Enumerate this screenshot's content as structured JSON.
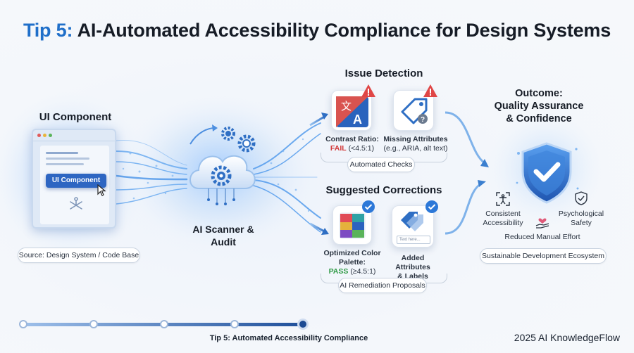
{
  "title": {
    "tip": "Tip 5:",
    "rest": "AI-Automated Accessibility Compliance for Design Systems"
  },
  "source": {
    "heading": "UI Component",
    "button_label": "UI Component",
    "caption": "Source: Design System / Code Base"
  },
  "scanner": {
    "label_line1": "AI Scanner &",
    "label_line2": "Audit"
  },
  "issue_detection": {
    "heading": "Issue Detection",
    "items": [
      {
        "line1": "Contrast Ratio:",
        "status": "FAIL",
        "detail": "(<4.5:1)",
        "icon": "contrast-icon"
      },
      {
        "line1": "Missing Attributes",
        "line2": "(e.g., ARIA, alt text)",
        "icon": "tag-icon"
      }
    ],
    "group_label": "Automated Checks"
  },
  "suggested_corrections": {
    "heading": "Suggested Corrections",
    "items": [
      {
        "line1": "Optimized Color",
        "line2": "Palette:",
        "status": "PASS",
        "detail": "(≥4.5:1)",
        "icon": "palette-icon"
      },
      {
        "line1": "Added Attributes",
        "line2": "& Labels",
        "input_placeholder": "Text here...",
        "icon": "label-icon"
      }
    ],
    "group_label": "AI Remediation Proposals"
  },
  "outcome": {
    "heading_line1": "Outcome:",
    "heading_line2": "Quality Assurance",
    "heading_line3": "& Confidence",
    "benefits": [
      {
        "line1": "Consistent",
        "line2": "Accessibility",
        "icon": "accessibility-icon"
      },
      {
        "line1": "Psychological",
        "line2": "Safety",
        "icon": "shield-small-icon"
      },
      {
        "line1": "Reduced Manual Effort",
        "icon": "hand-heart-icon"
      }
    ],
    "ecosystem_label": "Sustainable Development Ecosystem"
  },
  "footer": {
    "progress_label": "Tip 5: Automated Accessibility Compliance",
    "progress_fraction": 1.0,
    "brand": "2025 AI KnowledgeFlow"
  },
  "colors": {
    "accent": "#1f6fc9",
    "fail": "#d23a3a",
    "pass": "#2f9a45",
    "warning": "#e04646",
    "check": "#2c78d8"
  }
}
